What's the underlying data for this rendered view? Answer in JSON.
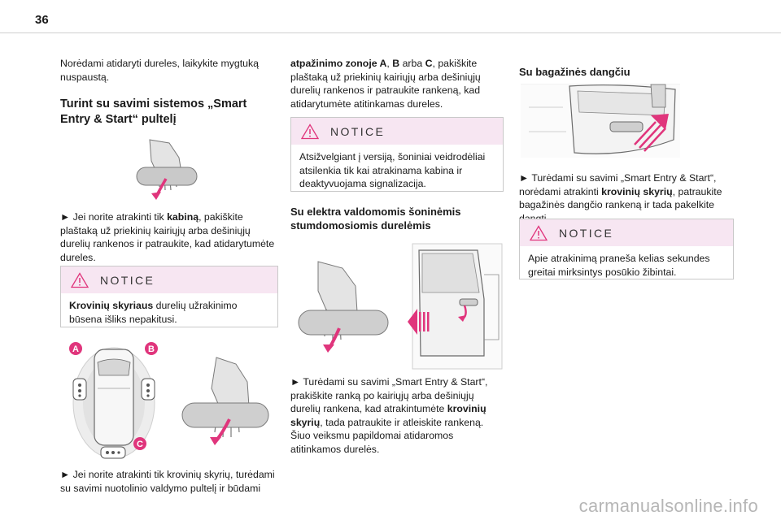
{
  "page_number": "36",
  "col1": {
    "intro": "Norėdami atidaryti dureles, laikykite mygtuką nuspaustą.",
    "heading": "Turint su savimi sistemos „Smart Entry & Start“ pultelį",
    "p1_a": "► Jei norite atrakinti tik ",
    "p1_b": "kabiną",
    "p1_c": ", pakiškite plaštaką už priekinių kairiųjų arba dešiniųjų durelių rankenos ir patraukite, kad atidarytumėte dureles.",
    "notice_title": "NOTICE",
    "notice_a": "Krovinių skyriaus",
    "notice_b": " durelių užrakinimo būsena išliks nepakitusi.",
    "p2": "► Jei norite atrakinti tik krovinių skyrių, turėdami su savimi nuotolinio valdymo pultelį ir būdami"
  },
  "zones": {
    "a": "A",
    "b": "B",
    "c": "C"
  },
  "col2": {
    "p1_a": "atpažinimo zonoje A",
    "p1_b": ", ",
    "p1_c": "B",
    "p1_d": " arba ",
    "p1_e": "C",
    "p1_f": ", pakiškite plaštaką už priekinių kairiųjų arba dešiniųjų durelių rankenos ir patraukite rankeną, kad atidarytumėte atitinkamas dureles.",
    "notice_title": "NOTICE",
    "notice": "Atsižvelgiant į versiją, šoniniai veidrodėliai atsilenkia tik kai atrakinama kabina ir deaktyvuojama signalizacija.",
    "heading": "Su elektra valdomomis šoninėmis stumdomosiomis durelėmis",
    "p2_a": "► Turėdami su savimi „Smart Entry & Start“, prakiškite ranką po kairiųjų arba dešiniųjų durelių rankena, kad atrakintumėte ",
    "p2_b": "krovinių skyrių",
    "p2_c": ", tada patraukite ir atleiskite rankeną. Šiuo veiksmu papildomai atidaromos atitinkamos durelės."
  },
  "col3": {
    "heading": "Su bagažinės dangčiu",
    "p1_a": "► Turėdami su savimi „Smart Entry & Start“, norėdami atrakinti ",
    "p1_b": "krovinių skyrių",
    "p1_c": ", patraukite bagažinės dangčio rankeną ir tada pakelkite dangtį.",
    "notice_title": "NOTICE",
    "notice": "Apie atrakinimą praneša kelias sekundes greitai mirksintys posūkio žibintai."
  },
  "watermark": "carmanualsonline.info",
  "colors": {
    "accent": "#e0357c",
    "notice_bg": "#f7e6f2"
  }
}
